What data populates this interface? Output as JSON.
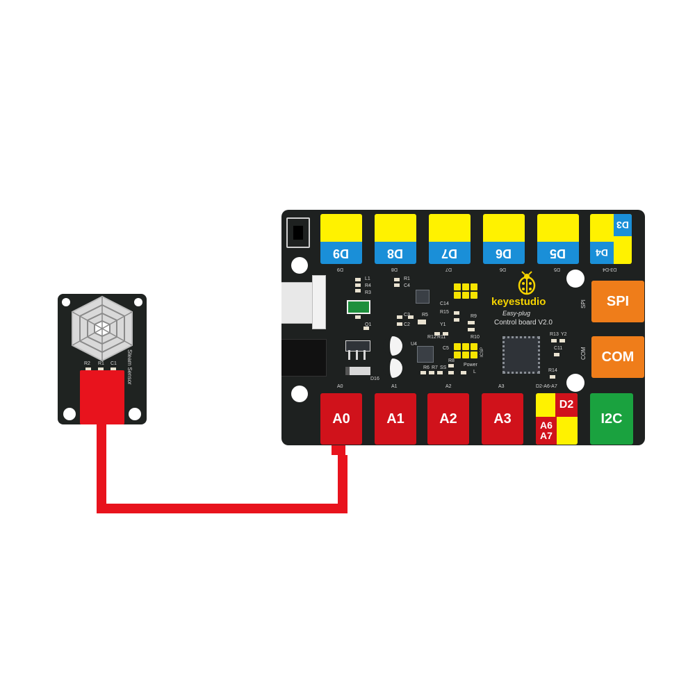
{
  "board": {
    "brand": "keyestudio",
    "model_line1": "Easy-plug",
    "model_line2": "Control board V2.0",
    "digital_ports": [
      {
        "label": "D9",
        "silk": "D9"
      },
      {
        "label": "D8",
        "silk": "D8"
      },
      {
        "label": "D7",
        "silk": "D7"
      },
      {
        "label": "D6",
        "silk": "D6"
      },
      {
        "label": "D5",
        "silk": "D5"
      }
    ],
    "d3d4_port": {
      "label_top": "D3",
      "label_bottom": "D4",
      "silk": "D3-D4"
    },
    "analog_ports": [
      {
        "label": "A0",
        "silk": "A0"
      },
      {
        "label": "A1",
        "silk": "A1"
      },
      {
        "label": "A2",
        "silk": "A2"
      },
      {
        "label": "A3",
        "silk": "A3"
      }
    ],
    "mixed_port": {
      "label_d": "D2",
      "label_a6": "A6",
      "label_a7": "A7",
      "silk": "D2-A6-A7"
    },
    "spi": {
      "label": "SPI",
      "silk": "SPI",
      "color": "#ef7d1a"
    },
    "com": {
      "label": "COM",
      "silk": "COM",
      "color": "#ef7d1a"
    },
    "i2c": {
      "label": "I2C",
      "color": "#1aa23f"
    },
    "components": {
      "l1": "L1",
      "r4": "R4",
      "r3": "R3",
      "r1": "R1",
      "c4": "C4",
      "c14": "C14",
      "r15": "R15",
      "c3": "C3",
      "c2": "C2",
      "r5": "R5",
      "y1": "Y1",
      "r9": "R9",
      "u4": "U4",
      "r12": "R12",
      "r11": "R11",
      "r10": "R10",
      "c5": "C5",
      "q1": "Q1",
      "d16": "D16",
      "r8": "R8",
      "r6": "R6",
      "r7": "R7",
      "r13": "R13",
      "y2": "Y2",
      "c11": "C11",
      "r14": "R14",
      "icsp": "ICSP",
      "power": "Power",
      "l": "L",
      "ss": "SS"
    }
  },
  "sensor": {
    "name": "Steam Sensor",
    "r2": "R2",
    "r1": "R1",
    "c1": "C1"
  },
  "colors": {
    "board": "#1e2120",
    "wire": "#e8131d",
    "digital_yellow": "#fff200",
    "digital_blue": "#1a8fd8",
    "analog_red": "#d0121b"
  }
}
